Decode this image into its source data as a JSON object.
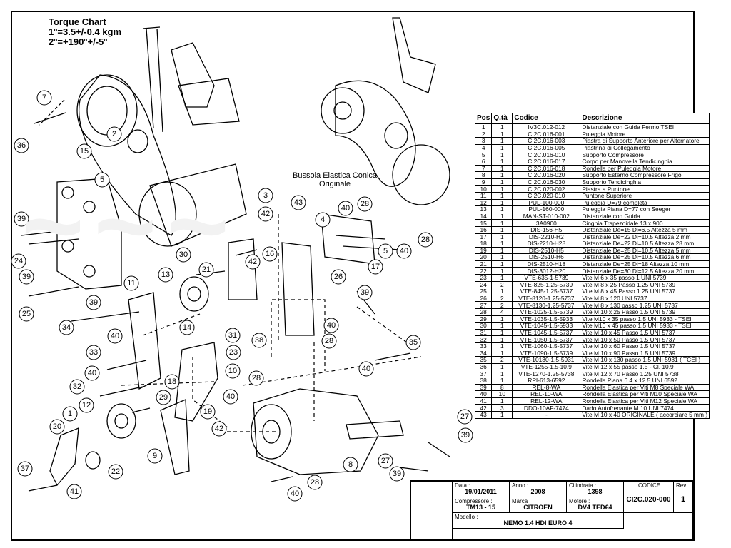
{
  "torque": {
    "title": "Torque Chart",
    "line1": "1°=3.5+/-0.4 kgm",
    "line2": "2°=+190°+/-5°"
  },
  "bussola": {
    "line1": "Bussola Elastica Conica",
    "line2": "Originale"
  },
  "callouts": [
    "36",
    "7",
    "2",
    "15",
    "5",
    "39",
    "24",
    "39",
    "25",
    "39",
    "11",
    "34",
    "40",
    "33",
    "40",
    "32",
    "12",
    "1",
    "20",
    "37",
    "41",
    "22",
    "21",
    "13",
    "14",
    "30",
    "3",
    "42",
    "43",
    "4",
    "40",
    "28",
    "16",
    "17",
    "42",
    "26",
    "39",
    "38",
    "31",
    "23",
    "9",
    "18",
    "10",
    "28",
    "40",
    "19",
    "29",
    "42",
    "35",
    "40",
    "27",
    "39",
    "28",
    "40",
    "8",
    "27",
    "39",
    "28",
    "40",
    "5",
    "28",
    "40"
  ],
  "table": {
    "headers": {
      "pos": "Pos",
      "qty": "Q.tà",
      "code": "Codice",
      "desc": "Descrizione"
    },
    "rows": [
      [
        "1",
        "1",
        "IV3C.012-012",
        "Distanziale con Guida Fermo TSEI"
      ],
      [
        "2",
        "1",
        "CI2C.016-001",
        "Puleggia Motore"
      ],
      [
        "3",
        "1",
        "CI2C.016-003",
        "Piastra di Supporto Anteriore per Alternatore"
      ],
      [
        "4",
        "1",
        "CI2C.016-005",
        "Piastrina di Collegamento"
      ],
      [
        "5",
        "1",
        "CI2C.016-010",
        "Supporto Compressore"
      ],
      [
        "6",
        "1",
        "CI2C.016-017",
        "Corpo per Manovella Tendicinghia"
      ],
      [
        "7",
        "1",
        "CI2C.016-018",
        "Rondella per Puleggia Motore"
      ],
      [
        "8",
        "1",
        "CI2C.016-020",
        "Supporto Esterno Compressore Frigo"
      ],
      [
        "9",
        "1",
        "CI2C.016-030",
        "Supporto Tendicinghia"
      ],
      [
        "10",
        "1",
        "CI2C.020-002",
        "Piastra a Puntone"
      ],
      [
        "11",
        "1",
        "CI2C.020-010",
        "Puntone Superiore"
      ],
      [
        "12",
        "1",
        "PUL-100-000",
        "Puleggia D=79 completa"
      ],
      [
        "13",
        "1",
        "PUL-160-000",
        "Puleggia Piana D=77 con Seeger"
      ],
      [
        "14",
        "1",
        "MAN-ST-010-002",
        "Distanziale con Guida"
      ],
      [
        "15",
        "1",
        "3A0900",
        "Cinghia Trapezoidale 13 x 900"
      ],
      [
        "16",
        "1",
        "DIS-156-H5",
        "Distanziale De=15 Di=6.5 Altezza 5 mm"
      ],
      [
        "17",
        "1",
        "DIS-2210-H2",
        "Distanziale De=22 Di=10.5 Altezza 2 mm"
      ],
      [
        "18",
        "1",
        "DIS-2210-H28",
        "Distanziale De=22 Di=10.5 Altezza 28 mm"
      ],
      [
        "19",
        "1",
        "DIS-2510-H5",
        "Distanziale De=25 Di=10.5 Altezza 5 mm"
      ],
      [
        "20",
        "1",
        "DIS-2510-H6",
        "Distanziale De=25 Di=10.5 Altezza 6 mm"
      ],
      [
        "21",
        "1",
        "DIS-2510-H18",
        "Distanziale De=25 Di=18 Altezza 10 mm"
      ],
      [
        "22",
        "1",
        "DIS-3012-H20",
        "Distanziale De=30 Di=12.5 Altezza 20 mm"
      ],
      [
        "23",
        "1",
        "VTE-635-1-5739",
        "Vite M 6 x 35 passo 1 UNI 5739"
      ],
      [
        "24",
        "2",
        "VTE-825-1.25-5739",
        "Vite M 8 x 25 Passo 1.25 UNI 5739"
      ],
      [
        "25",
        "1",
        "VTE-845-1.25-5737",
        "Vite M 8 x 45 Passo 1.25 UNI 5737"
      ],
      [
        "26",
        "2",
        "VTE-8120-1.25-5737",
        "Vite M 8 x 120 UNI 5737"
      ],
      [
        "27",
        "2",
        "VTE-8130-1.25-5737",
        "Vite M 8 x 130 passo 1.25 UNI 5737"
      ],
      [
        "28",
        "4",
        "VTE-1025-1.5-5739",
        "Vite M 10 x 25 Passo 1.5 UNI 5739"
      ],
      [
        "29",
        "1",
        "VTE-1035-1.5-5933",
        "Vite M10 x 35 passo 1.5 UNI 5933 - TSEI"
      ],
      [
        "30",
        "1",
        "VTE-1045-1.5-5933",
        "Vite M10 x 45 passo 1.5 UNI 5933 - TSEI"
      ],
      [
        "31",
        "1",
        "VTE-1045-1.5-5737",
        "Vite M 10 x 45 Passo 1.5 UNI 5737"
      ],
      [
        "32",
        "1",
        "VTE-1050-1.5-5737",
        "Vite M 10 x 50 Passo 1.5 UNI 5737"
      ],
      [
        "33",
        "1",
        "VTE-1060-1.5-5737",
        "Vite M 10 x 60 Passo 1.5 UNI 5737"
      ],
      [
        "34",
        "1",
        "VTE-1090-1.5-5739",
        "Vite M 10 x 90 Passo 1.5 UNI 5739"
      ],
      [
        "35",
        "2",
        "VTE-10130-1.5-5931",
        "Vite M 10 x 130 passo 1.5 UNI 5931 ( TCEI )"
      ],
      [
        "36",
        "1",
        "VTE-1255-1.5-10.9",
        "Vite M 12 x 55 passo 1.5 - Cl. 10.9"
      ],
      [
        "37",
        "1",
        "VTE-1270-1.25-5738",
        "Vite M 12 x 70 Passo 1.25 UNI 5738"
      ],
      [
        "38",
        "1",
        "RPI-613-6592",
        "Rondella Piana 6.4 x 12.5 UNI 6592"
      ],
      [
        "39",
        "8",
        "REL-8-WA",
        "Rondella Elastica per Viti M8 Speciale WA"
      ],
      [
        "40",
        "10",
        "REL-10-WA",
        "Rondella Elastica per Viti M10 Speciale WA"
      ],
      [
        "41",
        "1",
        "REL-12-WA",
        "Rondella Elastica per Viti M12 Speciale WA"
      ],
      [
        "42",
        "3",
        "DDO-10AF-7474",
        "Dado Autofrenante M 10 UNI 7474"
      ],
      [
        "43",
        "1",
        "-",
        "Vite M 10 x 40 ORIGINALE ( accorciare 5 mm )"
      ]
    ]
  },
  "titleblock": {
    "data_label": "Data :",
    "data": "19/01/2011",
    "anno_label": "Anno :",
    "anno": "2008",
    "cilindrata_label": "Cilindrata :",
    "cilindrata": "1398",
    "codice_label": "CODICE",
    "codice": "CI2C.020-000",
    "rev_label": "Rev.",
    "rev": "1",
    "compressore_label": "Compressore :",
    "compressore": "TM13 - 15",
    "marca_label": "Marca :",
    "marca": "CITROEN",
    "motore_label": "Motore :",
    "motore": "DV4 TED€4",
    "modello_label": "Modello :",
    "modello": "NEMO 1.4 HDI EURO 4"
  }
}
